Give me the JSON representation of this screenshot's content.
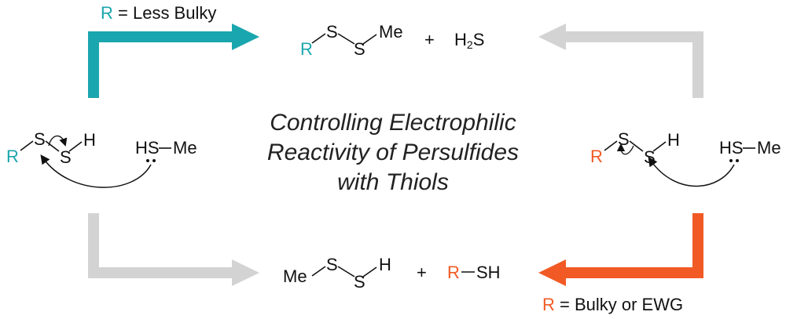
{
  "colors": {
    "teal": "#1aa6ae",
    "orange": "#f15a24",
    "gray": "#d3d3d3"
  },
  "top_label": {
    "r": "R",
    "text": "= Less Bulky"
  },
  "bottom_label": {
    "r": "R",
    "text": "= Bulky or EWG"
  },
  "title": {
    "line1": "Controlling Electrophilic",
    "line2": "Reactivity of Persulfides",
    "line3": "with Thiols"
  },
  "top_product": {
    "r": "R",
    "s1": "S",
    "s2": "S",
    "me": "Me",
    "plus": "+",
    "h2s_h": "H",
    "h2s_2": "2",
    "h2s_s": "S"
  },
  "bottom_product": {
    "me": "Me",
    "s1": "S",
    "s2": "S",
    "h": "H",
    "plus": "+",
    "r": "R",
    "sh": "SH"
  },
  "left_persulfide": {
    "r": "R",
    "s1": "S",
    "s2": "S",
    "h": "H"
  },
  "left_thiol": {
    "hs": "HS",
    "me": "Me"
  },
  "right_persulfide": {
    "r": "R",
    "s1": "S",
    "s2": "S",
    "h": "H"
  },
  "right_thiol": {
    "hs": "HS",
    "me": "Me"
  }
}
